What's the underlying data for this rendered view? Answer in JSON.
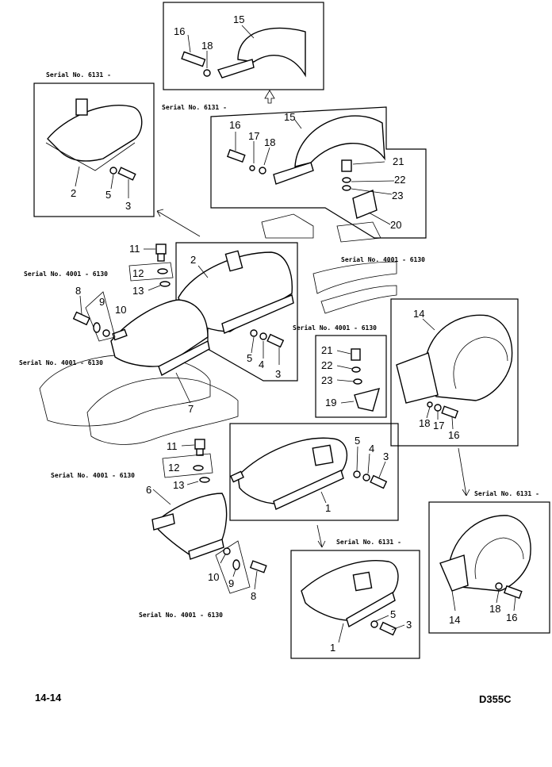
{
  "serials": {
    "s1": "Serial No. 6131 -",
    "s2": "Serial No. 6131 -",
    "s3": "Serial No. 4001 - 6130",
    "s4": "Serial No. 4001 - 6130",
    "s5": "Serial No. 4001 - 6130",
    "s6": "Serial No. 4001 - 6130",
    "s7": "Serial No. 4001 - 6130",
    "s8": "Serial No. 6131 -",
    "s9": "Serial No. 6131 -",
    "s10": "Serial No. 4001 - 6130"
  },
  "callouts": {
    "topbox": [
      "16",
      "18",
      "15"
    ],
    "box_left": [
      "2",
      "5",
      "3"
    ],
    "box_rear": [
      "16",
      "17",
      "18",
      "15",
      "21",
      "22",
      "23",
      "20"
    ],
    "main_left": [
      "11",
      "12",
      "13",
      "8",
      "9",
      "10"
    ],
    "main_center": [
      "2",
      "5",
      "4",
      "3",
      "7"
    ],
    "box_small": [
      "21",
      "22",
      "23",
      "19"
    ],
    "box_right": [
      "14",
      "18",
      "17",
      "16"
    ],
    "bottom_left": [
      "11",
      "12",
      "13",
      "6",
      "10",
      "9",
      "8"
    ],
    "box_bottom_center": [
      "5",
      "4",
      "3",
      "1"
    ],
    "box_bottom": [
      "5",
      "3",
      "1"
    ],
    "box_bottom_right": [
      "14",
      "18",
      "16"
    ]
  },
  "footer": {
    "page": "14-14",
    "model": "D355C"
  }
}
